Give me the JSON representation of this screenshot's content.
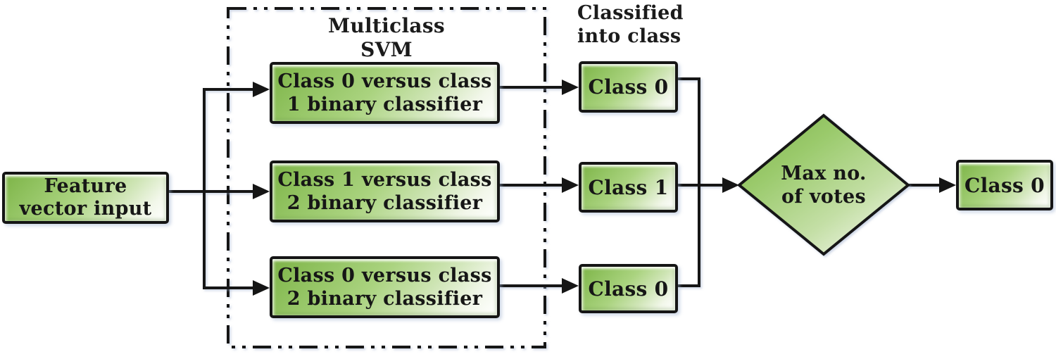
{
  "diagram": {
    "input": {
      "line1": "Feature",
      "line2": "vector input"
    },
    "svm_group": {
      "title_line1": "Multiclass",
      "title_line2": "SVM"
    },
    "classifiers": [
      {
        "line1": "Class 0 versus class",
        "line2": "1 binary classifier"
      },
      {
        "line1": "Class 1 versus class",
        "line2": "2 binary classifier"
      },
      {
        "line1": "Class 0 versus class",
        "line2": "2 binary classifier"
      }
    ],
    "classified_label": {
      "line1": "Classified",
      "line2": "into class"
    },
    "votes": [
      {
        "label": "Class 0"
      },
      {
        "label": "Class 1"
      },
      {
        "label": "Class 0"
      }
    ],
    "decision": {
      "line1": "Max no.",
      "line2": "of votes"
    },
    "output": {
      "label": "Class 0"
    },
    "colors": {
      "box_green": "#7db447",
      "box_highlight": "#ffffff",
      "border_dark": "#151515",
      "arrow": "#151515"
    }
  }
}
